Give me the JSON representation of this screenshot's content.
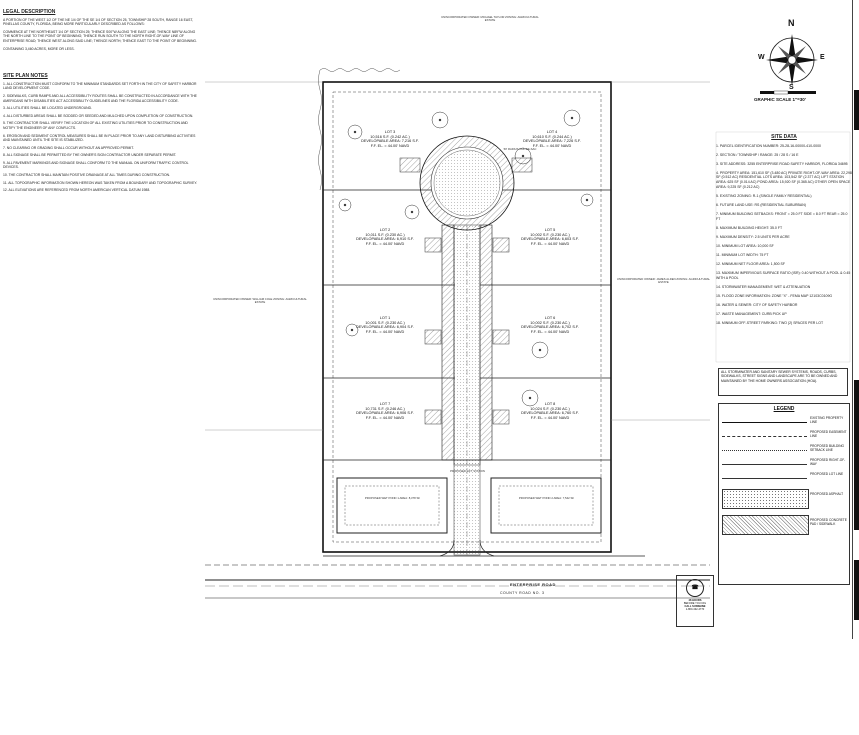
{
  "legal": {
    "title": "LEGAL DESCRIPTION",
    "paras": [
      "A PORTION OF THE WEST 1/2 OF THE NE 1/4 OF THE SE 1/4 OF SECTION 25, TOWNSHIP 28 SOUTH, RANGE 16 EAST, PINELLAS COUNTY, FLORIDA, BEING MORE PARTICULARLY DESCRIBED AS FOLLOWS:",
      "COMMENCE AT THE NORTHEAST 1/4 OF SECTION 25; THENCE S00°W ALONG THE EAST LINE; THENCE N89°W ALONG THE NORTH LINE TO THE POINT OF BEGINNING; THENCE RUN SOUTH TO THE NORTH RIGHT-OF-WAY LINE OF ENTERPRISE ROAD; THENCE WEST ALONG SAID LINE; THENCE NORTH; THENCE EAST TO THE POINT OF BEGINNING.",
      "CONTAINING 3,460 ACRES, MORE OR LESS."
    ]
  },
  "site_plan_notes": {
    "title": "SITE PLAN NOTES",
    "paras": [
      "1. ALL CONSTRUCTION MUST CONFORM TO THE MINIMUM STANDARDS SET FORTH IN THE CITY OF SAFETY HARBOR LAND DEVELOPMENT CODE.",
      "2. SIDEWALKS, CURB RAMPS AND ALL ACCESSIBILITY ROUTES SHALL BE CONSTRUCTED IN ACCORDANCE WITH THE AMERICANS WITH DISABILITIES ACT ACCESSIBILITY GUIDELINES AND THE FLORIDA ACCESSIBILITY CODE.",
      "3. ALL UTILITIES SHALL BE LOCATED UNDERGROUND.",
      "4. ALL DISTURBED AREAS SHALL BE SODDED OR SEEDED AND MULCHED UPON COMPLETION OF CONSTRUCTION.",
      "5. THE CONTRACTOR SHALL VERIFY THE LOCATION OF ALL EXISTING UTILITIES PRIOR TO CONSTRUCTION AND NOTIFY THE ENGINEER OF ANY CONFLICTS.",
      "6. EROSION AND SEDIMENT CONTROL MEASURES SHALL BE IN PLACE PRIOR TO ANY LAND DISTURBING ACTIVITIES AND MAINTAINED UNTIL THE SITE IS STABILIZED.",
      "7. NO CLEARING OR GRADING SHALL OCCUR WITHOUT AN APPROVED PERMIT.",
      "8. ALL SIGNAGE SHALL BE PERMITTED BY THE OWNER'S SIGN CONTRACTOR UNDER SEPARATE PERMIT.",
      "9. ALL PAVEMENT MARKINGS AND SIGNAGE SHALL CONFORM TO THE MANUAL ON UNIFORM TRAFFIC CONTROL DEVICES.",
      "10. THE CONTRACTOR SHALL MAINTAIN POSITIVE DRAINAGE AT ALL TIMES DURING CONSTRUCTION.",
      "11. ALL TOPOGRAPHIC INFORMATION SHOWN HEREON WAS TAKEN FROM A BOUNDARY AND TOPOGRAPHIC SURVEY.",
      "12. ALL ELEVATIONS ARE REFERENCED FROM NORTH AMERICAN VERTICAL DATUM 1988."
    ]
  },
  "site_data": {
    "title": "SITE DATA",
    "items": [
      "1. PARCEL IDENTIFICATION NUMBER: 25-28-16-00000-410-0000",
      "2. SECTION / TOWNSHIP / RANGE: 25 / 28 S / 16 E",
      "3. SITE ADDRESS: 3255 ENTERPRISE ROAD SAFETY HARBOR, FLORIDA 34695",
      "4. PROPERTY AREA: 151,610 SF (3.480 AC) PRIVATE RIGHT-OF-WAY AREA: 22,298 SF (0.512 AC) RESIDENTIAL LOTS AREA: 103,542 SF (2.377 AC) LIFT STATION AREA: 625 SF (0.014 AC) POND AREA: 15,920 SF (0.365 AC) OTHER OPEN SPACE AREA: 9,225 SF (0.212 AC)",
      "5. EXISTING ZONING: R-1 (SINGLE FAMILY RESIDENTIAL)",
      "6. FUTURE LAND USE: RS (RESIDENTIAL SUBURBAN)",
      "7. MINIMUM BUILDING SETBACKS: FRONT = 25.0 FT SIDE = 8.0 FT REAR = 25.0 FT",
      "8. MAXIMUM BUILDING HEIGHT: 35.0 FT",
      "9. MAXIMUM DENSITY: 2.5 UNITS PER ACRE",
      "10. MINIMUM LOT AREA: 10,000 SF",
      "11. MINIMUM LOT WIDTH: 75 FT",
      "12. MINIMUM NET FLOOR AREA: 1,500 SF",
      "13. MAXIMUM IMPERVIOUS SURFACE RATIO (ISR): 0.40 WITHOUT A POOL & 0.45 WITH A POOL",
      "14. STORMWATER MANAGEMENT: WET & ATTENUATION",
      "15. FLOOD ZONE INFORMATION: ZONE \"X\" - FEMA MAP 12103C0109G",
      "16. WATER & SEWER: CITY OF SAFETY HARBOR",
      "17. WASTE MANAGEMENT: CURB PICK UP",
      "18. MINIMUM OFF-STREET PARKING: TWO (2) SPACES PER LOT"
    ]
  },
  "maintenance_note": "ALL STORMWATER AND SANITARY SEWER SYSTEMS, ROADS, CURBS, SIDEWALKS, STREET SIGNS AND LANDSCAPE ARE TO BE OWNED AND MAINTAINED BY THE HOME OWNERS ASSOCIATION (HOA).",
  "legend": {
    "title": "LEGEND",
    "items": [
      {
        "label": "EXISTING PROPERTY LINE",
        "kind": "line-heavy"
      },
      {
        "label": "PROPOSED EASEMENT LINE",
        "kind": "line-dash"
      },
      {
        "label": "PROPOSED BUILDING SETBACK LINE",
        "kind": "line-dot"
      },
      {
        "label": "PROPOSED RIGHT-OF-WAY",
        "kind": "line-thin"
      },
      {
        "label": "PROPOSED LOT LINE",
        "kind": "line-long"
      },
      {
        "label": "PROPOSED ASPHALT",
        "kind": "fill-dot"
      },
      {
        "label": "PROPOSED CONCRETE PAD / SIDEWALK",
        "kind": "fill-hatch"
      }
    ]
  },
  "scale": {
    "label": "GRAPHIC SCALE 1\"=30'"
  },
  "compass": {
    "n": "N",
    "s": "S",
    "e": "E",
    "w": "W"
  },
  "road": {
    "name": "ENTERPRISE ROAD",
    "sub": "COUNTY ROAD NO. 3"
  },
  "lots": [
    {
      "name": "LOT 3",
      "area": "10,516 S.F. (0.242 AC.)",
      "dev": "DEVELOPABLE AREA: 7,216 S.F.",
      "ff": "F.F. EL. = 44.00' NAVD"
    },
    {
      "name": "LOT 4",
      "area": "10,610 S.F. (0.244 AC.)",
      "dev": "DEVELOPABLE AREA: 7,226 S.F.",
      "ff": "F.F. EL. = 44.00' NAVD"
    },
    {
      "name": "LOT 2",
      "area": "10,011 S.F. (0.230 AC.)",
      "dev": "DEVELOPABLE AREA: 6,910 S.F.",
      "ff": "F.F. EL. = 44.00' NAVD"
    },
    {
      "name": "LOT 5",
      "area": "10,002 S.F. (0.230 AC.)",
      "dev": "DEVELOPABLE AREA: 6,603 S.F.",
      "ff": "F.F. EL. = 44.00' NAVD"
    },
    {
      "name": "LOT 1",
      "area": "10,001 S.F. (0.230 AC.)",
      "dev": "DEVELOPABLE AREA: 6,904 S.F.",
      "ff": "F.F. EL. = 44.00' NAVD"
    },
    {
      "name": "LOT 6",
      "area": "10,002 S.F. (0.230 AC.)",
      "dev": "DEVELOPABLE AREA: 6,702 S.F.",
      "ff": "F.F. EL. = 44.00' NAVD"
    },
    {
      "name": "LOT 7",
      "area": "10,731 S.F. (0.246 AC.)",
      "dev": "DEVELOPABLE AREA: 6,906 S.F.",
      "ff": "F.F. EL. = 44.00' NAVD"
    },
    {
      "name": "LOT 8",
      "area": "10,024 S.F. (0.230 AC.)",
      "dev": "DEVELOPABLE AREA: 6,760 S.F.",
      "ff": "F.F. EL. = 44.00' NAVD"
    }
  ],
  "callouts": {
    "pond_1": "PROPOSED WET POND 1 AREA: 8,378 SF",
    "pond_2": "PROPOSED WET POND 2 AREA: 7,542 SF",
    "lift": "PROPOSED LIFT STATION",
    "cul_de_sac": "50' RADIUS CUL-DE-SAC",
    "adj_north": "UNINCORPORATED OWNER: MICHAEL TAYLOR ZONING: AGRICULTURAL ESTATE",
    "adj_west": "UNINCORPORATED OWNER: WILLIAM COLE ZONING: AGRICULTURAL ESTATE",
    "adj_east": "UNINCORPORATED OWNER: JAMES ALDEN ZONING: AGRICULTURAL ESTATE"
  },
  "florida": {
    "line1": "48 HOURS",
    "line2": "BEFORE YOU DIG",
    "line3": "CALL SUNSHINE",
    "line4": "1-800-432-4770"
  },
  "colors": {
    "ink": "#111111",
    "hatch": "#555555",
    "light": "#999999"
  }
}
